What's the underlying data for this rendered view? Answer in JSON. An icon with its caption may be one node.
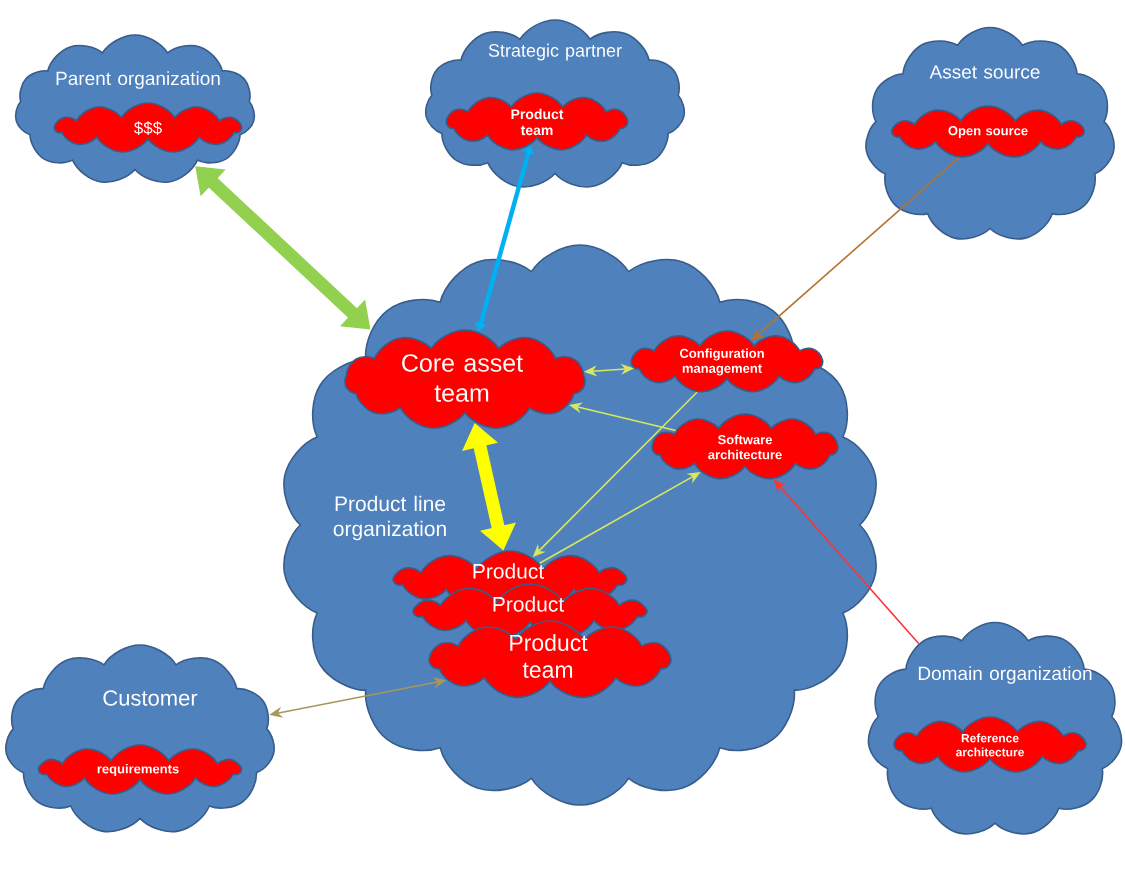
{
  "diagram": {
    "nodes": [
      {
        "text": [
          "Parent organization"
        ]
      },
      {
        "text": [
          "$$$"
        ],
        "in": 0
      },
      {
        "text": [
          "Strategic partner"
        ]
      },
      {
        "text": [
          "Product team"
        ],
        "in": 2
      },
      {
        "text": [
          "Asset source"
        ]
      },
      {
        "text": [
          "Open source"
        ],
        "in": 4
      },
      {
        "text": [
          "Product line organization"
        ]
      },
      {
        "text": [
          "Core asset team"
        ],
        "in": 6
      },
      {
        "text": [
          "Configuration management"
        ],
        "in": 6
      },
      {
        "text": [
          "Software architecture"
        ],
        "in": 6
      },
      {
        "text": [
          "Product"
        ],
        "in": 6
      },
      {
        "text": [
          "Product"
        ],
        "in": 6
      },
      {
        "text": [
          "Product team"
        ],
        "in": 6
      },
      {
        "text": [
          "Customer"
        ]
      },
      {
        "text": [
          "requirements"
        ],
        "in": 13
      },
      {
        "text": [
          "Domain organization"
        ]
      },
      {
        "text": [
          "Reference architecture"
        ],
        "in": 15
      }
    ],
    "edges": [
      {
        "from": 0,
        "to": 6,
        "arrow": "both",
        "style": "thick",
        "color": "#92d050"
      },
      {
        "from": 3,
        "to": 7,
        "arrow": "both",
        "style": "thick",
        "color": "#00b0f0"
      },
      {
        "from": 5,
        "to": 8,
        "arrow": "to",
        "color": "#b5722f"
      },
      {
        "from": 7,
        "to": 10,
        "arrow": "both",
        "style": "thick",
        "color": "#ffff00"
      },
      {
        "from": 7,
        "to": 8,
        "arrow": "both"
      },
      {
        "from": 9,
        "to": 7,
        "arrow": "to"
      },
      {
        "from": 8,
        "to": 10,
        "arrow": "to"
      },
      {
        "from": 10,
        "to": 9,
        "arrow": "to"
      },
      {
        "from": 15,
        "to": 9,
        "arrow": "to",
        "color": "#ff3333"
      },
      {
        "from": 13,
        "to": 12,
        "arrow": "both",
        "color": "#a8975a"
      }
    ]
  }
}
